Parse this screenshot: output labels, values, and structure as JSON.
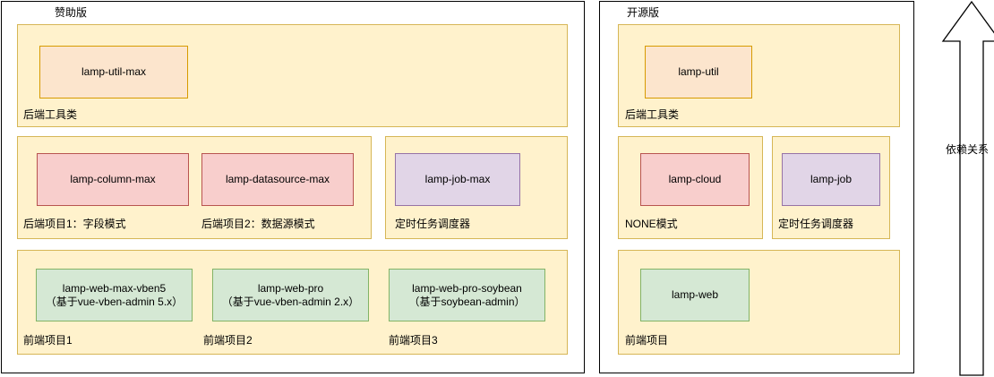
{
  "diagram": {
    "type": "architecture-block-diagram",
    "background": "#ffffff",
    "palette": {
      "group_fill": "#fff2cc",
      "group_stroke": "#d6b656",
      "orange_fill": "#fce5cd",
      "orange_stroke": "#d79b00",
      "pink_fill": "#f8cecc",
      "pink_stroke": "#b85450",
      "purple_fill": "#e1d5e7",
      "purple_stroke": "#9673a6",
      "green_fill": "#d5e8d4",
      "green_stroke": "#82b366",
      "panel_stroke": "#000000"
    },
    "panels": [
      {
        "id": "sponsor",
        "title": "赞助版",
        "groups": [
          {
            "id": "sponsor-util",
            "label": "后端工具类",
            "modules": [
              {
                "id": "lamp-util-max",
                "label": "lamp-util-max",
                "color": "orange"
              }
            ]
          },
          {
            "id": "sponsor-backend-1",
            "label": "后端项目1：字段模式",
            "modules": [
              {
                "id": "lamp-column-max",
                "label": "lamp-column-max",
                "color": "pink"
              }
            ]
          },
          {
            "id": "sponsor-backend-2",
            "label": "后端项目2：数据源模式",
            "modules": [
              {
                "id": "lamp-datasource-max",
                "label": "lamp-datasource-max",
                "color": "pink"
              }
            ]
          },
          {
            "id": "sponsor-job",
            "label": "定时任务调度器",
            "modules": [
              {
                "id": "lamp-job-max",
                "label": "lamp-job-max",
                "color": "purple"
              }
            ]
          },
          {
            "id": "sponsor-frontend",
            "labels": [
              "前端项目1",
              "前端项目2",
              "前端项目3"
            ],
            "modules": [
              {
                "id": "lamp-web-max-vben5",
                "label": "lamp-web-max-vben5\n（基于vue-vben-admin 5.x）",
                "color": "green"
              },
              {
                "id": "lamp-web-pro",
                "label": "lamp-web-pro\n（基于vue-vben-admin 2.x）",
                "color": "green"
              },
              {
                "id": "lamp-web-pro-soybean",
                "label": "lamp-web-pro-soybean\n（基于soybean-admin）",
                "color": "green"
              }
            ]
          }
        ]
      },
      {
        "id": "opensource",
        "title": "开源版",
        "groups": [
          {
            "id": "oss-util",
            "label": "后端工具类",
            "modules": [
              {
                "id": "lamp-util",
                "label": "lamp-util",
                "color": "orange"
              }
            ]
          },
          {
            "id": "oss-none",
            "label": "NONE模式",
            "modules": [
              {
                "id": "lamp-cloud",
                "label": "lamp-cloud",
                "color": "pink"
              }
            ]
          },
          {
            "id": "oss-job",
            "label": "定时任务调度器",
            "modules": [
              {
                "id": "lamp-job",
                "label": "lamp-job",
                "color": "purple"
              }
            ]
          },
          {
            "id": "oss-frontend",
            "label": "前端项目",
            "modules": [
              {
                "id": "lamp-web",
                "label": "lamp-web",
                "color": "green"
              }
            ]
          }
        ]
      }
    ],
    "annotation": {
      "arrow_label": "依赖关系",
      "arrow_direction": "up"
    }
  }
}
